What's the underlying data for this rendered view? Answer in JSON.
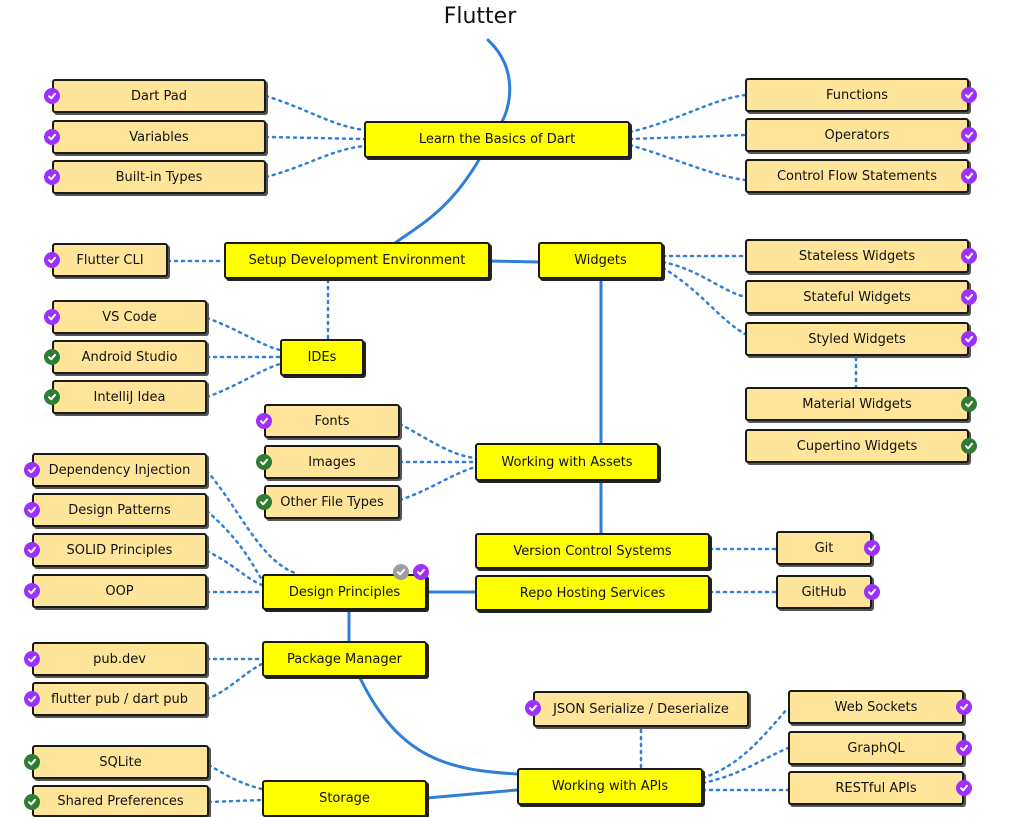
{
  "title": "Flutter",
  "colors": {
    "main_node": "#ffff00",
    "sub_node": "#ffe599",
    "done_purple": "#9b30ff",
    "done_green": "#2e7d32",
    "pending_grey": "#9e9e9e",
    "connector": "#2f7fd8"
  },
  "main_nodes": {
    "basics": "Learn the Basics of Dart",
    "setup": "Setup Development Environment",
    "widgets": "Widgets",
    "ides": "IDEs",
    "assets": "Working with Assets",
    "vcs": "Version Control Systems",
    "repo": "Repo Hosting Services",
    "design": "Design Principles",
    "package": "Package Manager",
    "apis": "Working with APIs",
    "storage": "Storage"
  },
  "sub_nodes": {
    "dartpad": "Dart Pad",
    "variables": "Variables",
    "builtin": "Built-in Types",
    "functions": "Functions",
    "operators": "Operators",
    "control": "Control Flow Statements",
    "cli": "Flutter CLI",
    "vscode": "VS Code",
    "android": "Android Studio",
    "intellij": "IntelliJ Idea",
    "stateless": "Stateless Widgets",
    "stateful": "Stateful Widgets",
    "styled": "Styled Widgets",
    "material": "Material Widgets",
    "cupertino": "Cupertino Widgets",
    "fonts": "Fonts",
    "images": "Images",
    "otherfiles": "Other File Types",
    "di": "Dependency Injection",
    "patterns": "Design Patterns",
    "solid": "SOLID Principles",
    "oop": "OOP",
    "git": "Git",
    "github": "GitHub",
    "pubdev": "pub.dev",
    "flutterpub": "flutter pub / dart pub",
    "json": "JSON Serialize / Deserialize",
    "websockets": "Web Sockets",
    "graphql": "GraphQL",
    "restful": "RESTful APIs",
    "sqlite": "SQLite",
    "sharedprefs": "Shared Preferences"
  },
  "status_icons": {
    "purple": "check-circle-icon",
    "green": "check-circle-icon",
    "grey": "check-circle-icon"
  }
}
